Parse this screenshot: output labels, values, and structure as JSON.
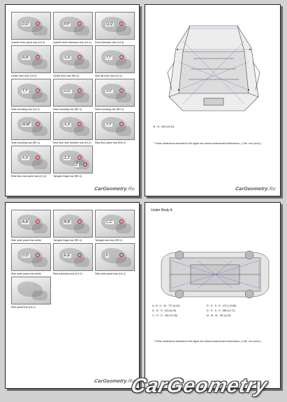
{
  "watermark_small": {
    "a": "CarGeometry",
    "b": ".Ru"
  },
  "watermark_big": "CarGeometry",
  "page1": {
    "cells": [
      {
        "caption": "Quarter inner panel rear (LH-4)",
        "points": [
          "D,D'"
        ]
      },
      {
        "caption": "Quarter inner extension rear (LH-4)",
        "points": [
          "P,P'"
        ]
      },
      {
        "caption": "Roof extension rear (LH-4)",
        "points": [
          "Q,Q'"
        ]
      },
      {
        "caption": "Center floor rear (LH-4)",
        "points": [
          "R,R'"
        ]
      },
      {
        "caption": "Center floor rear (RH-4)",
        "points": [
          "S,S'"
        ]
      },
      {
        "caption": "Side sill inner rear (LH-2)",
        "points": [
          "T,T'"
        ]
      },
      {
        "caption": "Seat mounting rear (LH-1)",
        "points": [
          "T,T'"
        ]
      },
      {
        "caption": "Seat mounting rear (RH-1)",
        "points": [
          "U,U'"
        ]
      },
      {
        "caption": "Seat mounting rear (RH-1)",
        "points": [
          "V,V'"
        ]
      },
      {
        "caption": "Seat mounting rear (RH-1)",
        "points": [
          "W,W'"
        ]
      },
      {
        "caption": "Rear floor side member rear (LH-2)",
        "points": [
          "X,X'"
        ]
      },
      {
        "caption": "Rear floor panel rear (RH-2)",
        "points": [
          "Y,Y'"
        ]
      },
      {
        "caption": "Rear floor rear panel rear (LH-4)",
        "points": [
          "X,X'"
        ]
      },
      {
        "caption": "Tail gate hinge rear (RH-1)",
        "points": [
          "Z,Z'",
          "Z'"
        ]
      }
    ]
  },
  "page2": {
    "note_top": "B - B' : 830 (24.93)",
    "note_bottom": "* These dimensions indicated in this figure are actual-measurement dimensions. ( Unit : mm (inch) )"
  },
  "page3": {
    "cells": [
      {
        "caption": "Side outer panel rear center",
        "points": [
          "A,A'"
        ]
      },
      {
        "caption": "Tail gate hinge rear (RH-1)",
        "points": [
          "B,B'"
        ]
      },
      {
        "caption": "Tail gate rear rear (RH-1)",
        "points": [
          "C,C'"
        ]
      },
      {
        "caption": "Side outer panel rear center",
        "points": [
          "D,D'"
        ]
      },
      {
        "caption": "Rear extension rear (LH-1)",
        "points": [
          "E,E'"
        ]
      },
      {
        "caption": "Side outer panel rear (LH-1)",
        "points": [
          "F"
        ]
      },
      {
        "caption": "Side panel rear (LH-1)",
        "points": [
          ""
        ]
      }
    ]
  },
  "page4": {
    "title": "Under Body A",
    "legend": [
      "A - B : H - 40 : 737 (A-03)",
      "D' - E - D - E : 1271 (10.88)",
      "A' - B' : H - 400 (A-03)",
      "D' - E - D - E : 985 (14.72)",
      "C' - D' : D - 450 (21.08)",
      "M - W : M - 190 (A.05)"
    ],
    "note_bottom": "* These dimensions indicated in this figure are actual-measurement dimensions. ( Unit : mm (inch) )"
  }
}
